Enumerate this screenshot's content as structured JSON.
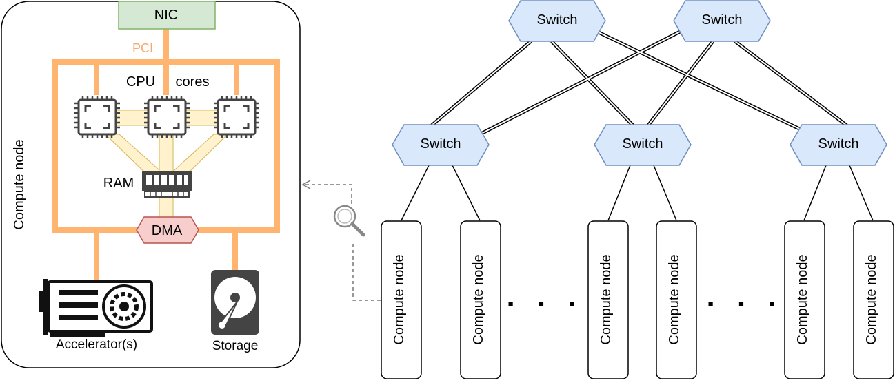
{
  "host": {
    "panel_label": "Compute node",
    "nic_label": "NIC",
    "bus_label": "PCI",
    "cpu_label_left": "CPU",
    "cpu_label_right": "cores",
    "ram_label": "RAM",
    "dma_label": "DMA",
    "accelerator_label": "Accelerator(s)",
    "storage_label": "Storage"
  },
  "network": {
    "switch_label": "Switch",
    "spine_switches": [
      "Switch",
      "Switch"
    ],
    "leaf_switches": [
      "Switch",
      "Switch",
      "Switch"
    ],
    "compute_nodes": [
      "Compute node",
      "Compute node",
      "Compute node",
      "Compute node",
      "Compute node",
      "Compute node"
    ],
    "ellipsis": ". . ."
  },
  "colors": {
    "nic_fill": "#d5e8d4",
    "nic_stroke": "#82b366",
    "bus": "#ffb570",
    "cpu_link_fill": "#fff2cc",
    "cpu_link_stroke": "#d6b656",
    "dma_fill": "#f8cecc",
    "dma_stroke": "#b85450",
    "switch_fill": "#dae8fc",
    "switch_stroke": "#6c8ebf",
    "icon": "#444444"
  },
  "icons": [
    "cpu-chip-icon",
    "ram-module-icon",
    "gpu-card-icon",
    "hard-drive-icon",
    "magnifier-icon"
  ]
}
